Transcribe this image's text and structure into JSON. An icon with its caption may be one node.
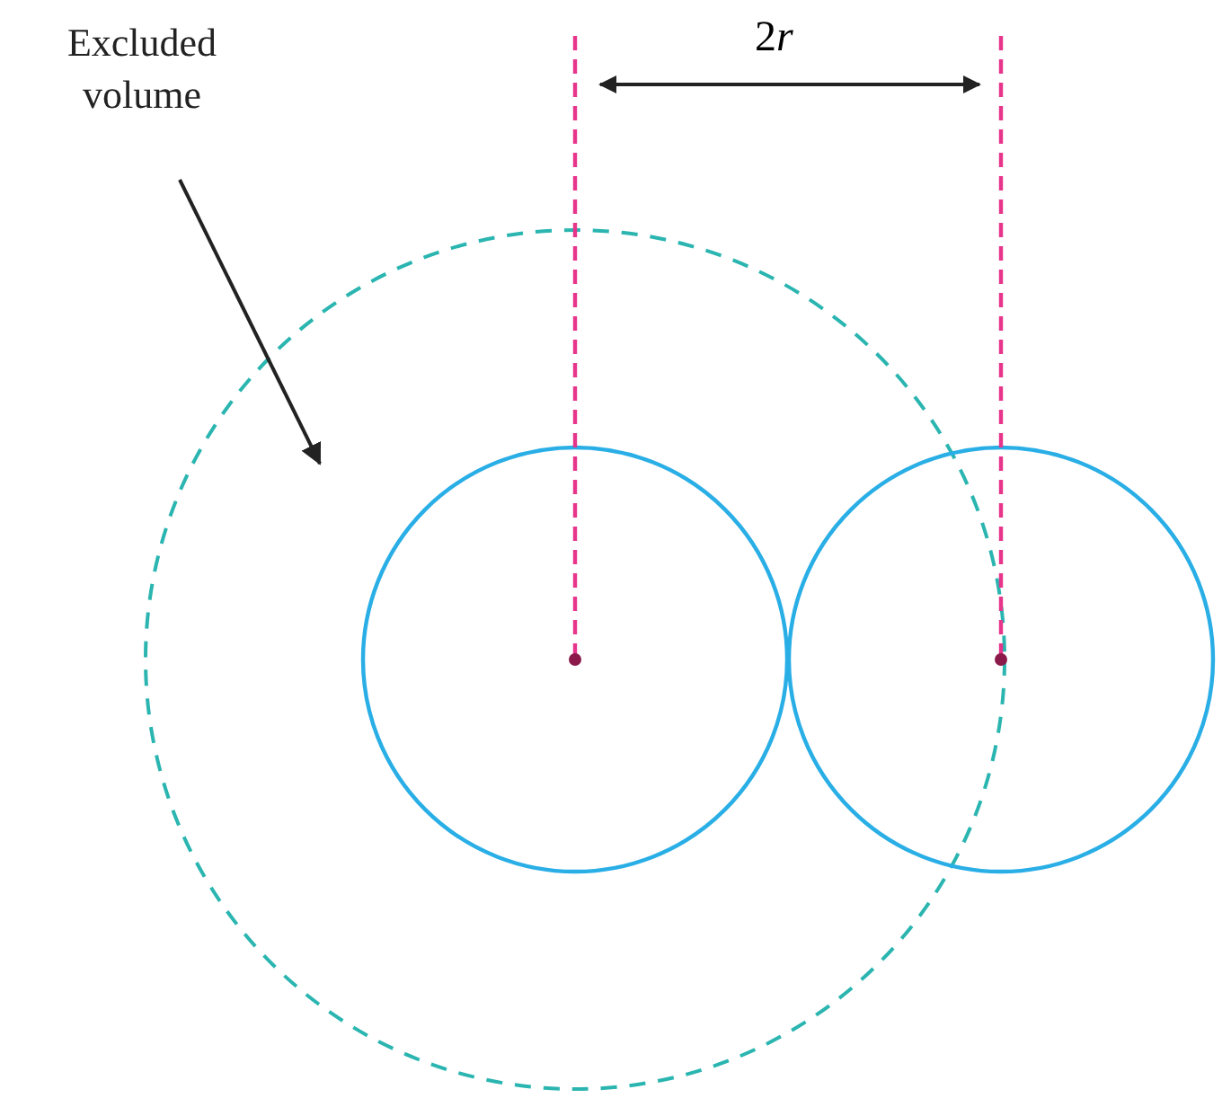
{
  "diagram": {
    "nodes": [
      {
        "text": [
          "Excluded volume"
        ]
      },
      {
        "text": [],
        "shape": "circle"
      }
    ],
    "edges": [
      {
        "from": 0,
        "to": 1,
        "arrow": "to"
      }
    ],
    "labels": [
      "2r"
    ]
  }
}
